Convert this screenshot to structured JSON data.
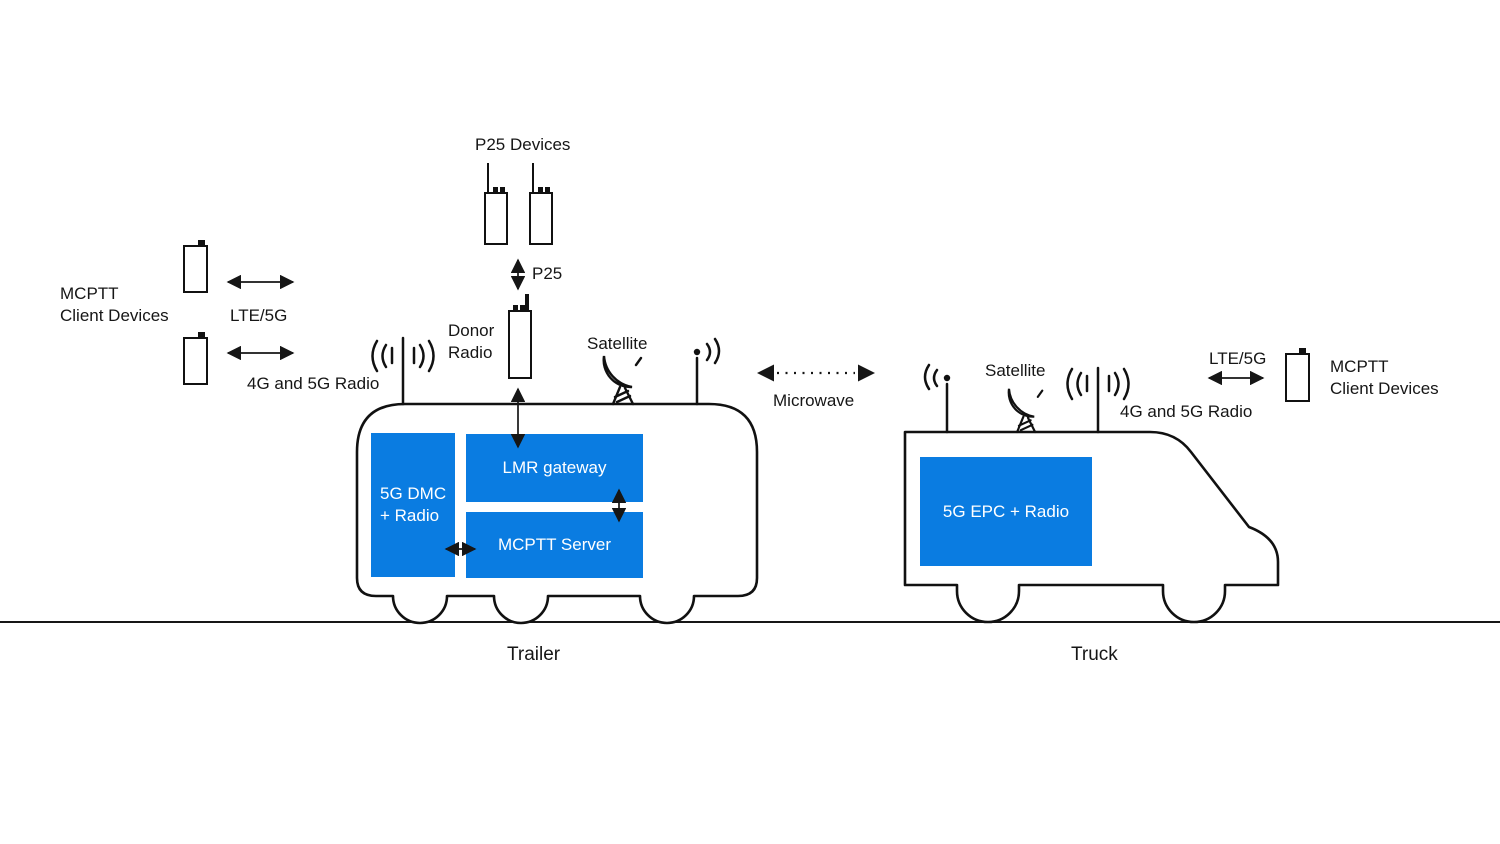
{
  "colors": {
    "accent": "#0A7CE1",
    "ink": "#161616"
  },
  "left_clients": {
    "name_line1": "MCPTT",
    "name_line2": "Client Devices",
    "link_top": "LTE/5G",
    "link_bottom": "4G and 5G Radio"
  },
  "p25": {
    "title": "P25 Devices",
    "link": "P25",
    "donor_line1": "Donor",
    "donor_line2": "Radio"
  },
  "trailer": {
    "caption": "Trailer",
    "satellite": "Satellite",
    "dmc_line1": "5G DMC",
    "dmc_line2": "+ Radio",
    "lmr": "LMR gateway",
    "mcptt": "MCPTT Server"
  },
  "microwave": {
    "label": "Microwave"
  },
  "truck": {
    "caption": "Truck",
    "satellite": "Satellite",
    "radio": "4G and 5G Radio",
    "epc": "5G EPC + Radio"
  },
  "right_clients": {
    "link": "LTE/5G",
    "name_line1": "MCPTT",
    "name_line2": "Client Devices"
  }
}
